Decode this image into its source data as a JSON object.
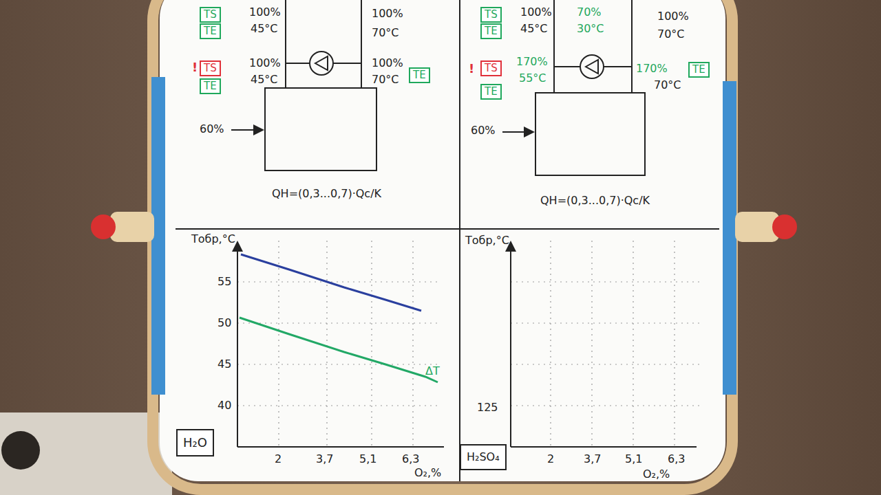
{
  "diagram": {
    "nodes": [
      {
        "text": [
          "TS"
        ]
      },
      {
        "text": [
          "TE"
        ]
      },
      {
        "text": [
          "TS"
        ]
      },
      {
        "text": [
          "TE"
        ]
      },
      {
        "text": [
          "TE"
        ]
      },
      {
        "text": [
          "TS"
        ]
      },
      {
        "text": [
          "TE"
        ]
      },
      {
        "text": [
          "TS"
        ]
      },
      {
        "text": [
          "TE"
        ]
      },
      {
        "text": [
          "TE"
        ]
      },
      {
        "text": [
          "H₂O"
        ]
      },
      {
        "text": [
          "H₂SO₄"
        ]
      }
    ],
    "labels": [
      "100%",
      "45°C",
      "100%",
      "70°C",
      "!",
      "100%",
      "45°C",
      "100%",
      "70°C",
      "60%",
      "QH=(0,3...0,7)·Qc/K",
      "100%",
      "45°C",
      "70%",
      "30°C",
      "100%",
      "70°C",
      "!",
      "170%",
      "55°C",
      "170%",
      "70°C",
      "60%",
      "QH=(0,3...0,7)·Qc/K",
      "Tобр,°C",
      "55",
      "50",
      "45",
      "40",
      "2",
      "3,7",
      "5,1",
      "6,3",
      "O₂,%",
      "ΔT",
      "Tобр,°C",
      "125",
      "2",
      "3,7",
      "5,1",
      "6,3",
      "O₂,%"
    ]
  }
}
